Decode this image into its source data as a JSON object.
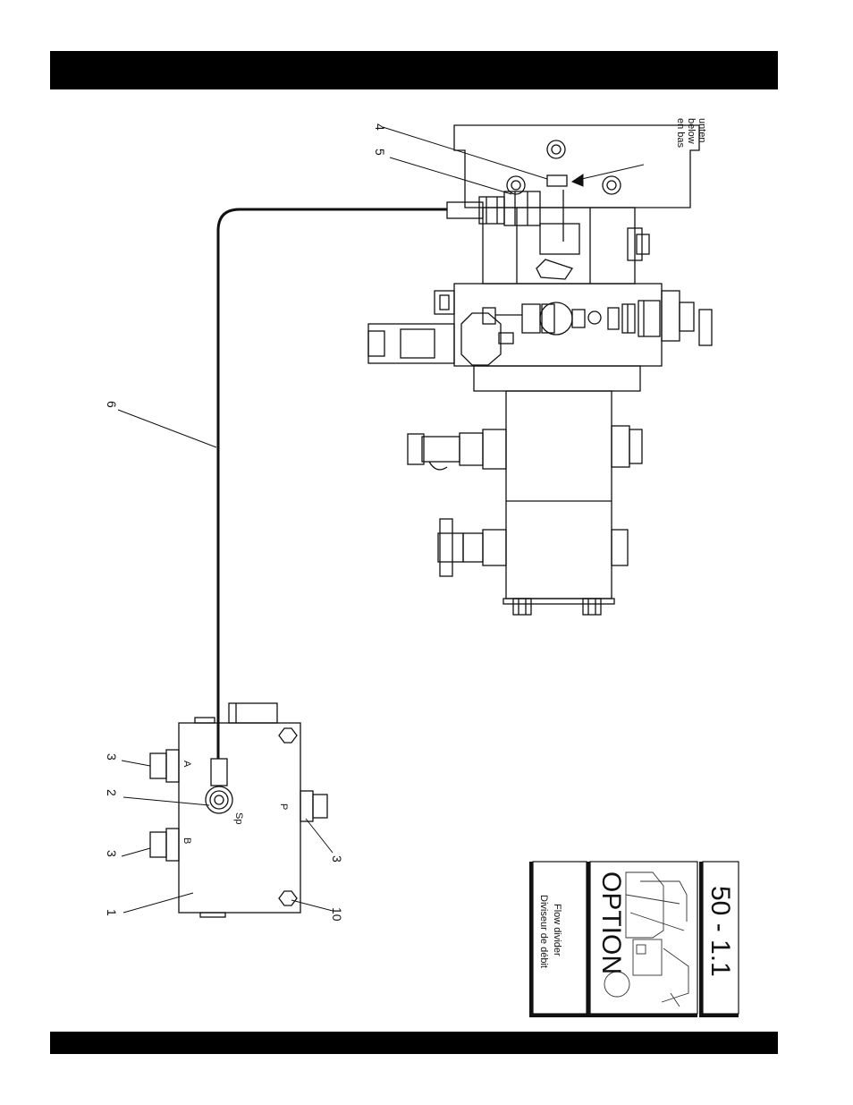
{
  "header_bar": "",
  "footer_bar": "",
  "callouts": {
    "c1": "1",
    "c2": "2",
    "c3a": "3",
    "c3b": "3",
    "c3c": "3",
    "c4": "4",
    "c5": "5",
    "c6": "6",
    "c10": "10"
  },
  "ports": {
    "a": "A",
    "b": "B",
    "p": "P",
    "sp": "Sp"
  },
  "location_note": {
    "de": "unten",
    "en": "below",
    "fr": "en bas"
  },
  "title_block": {
    "page_number": "50 - 1.1",
    "option_label": "OPTION",
    "caption_en": "Flow divider",
    "caption_fr": "Diviseur de débit"
  }
}
